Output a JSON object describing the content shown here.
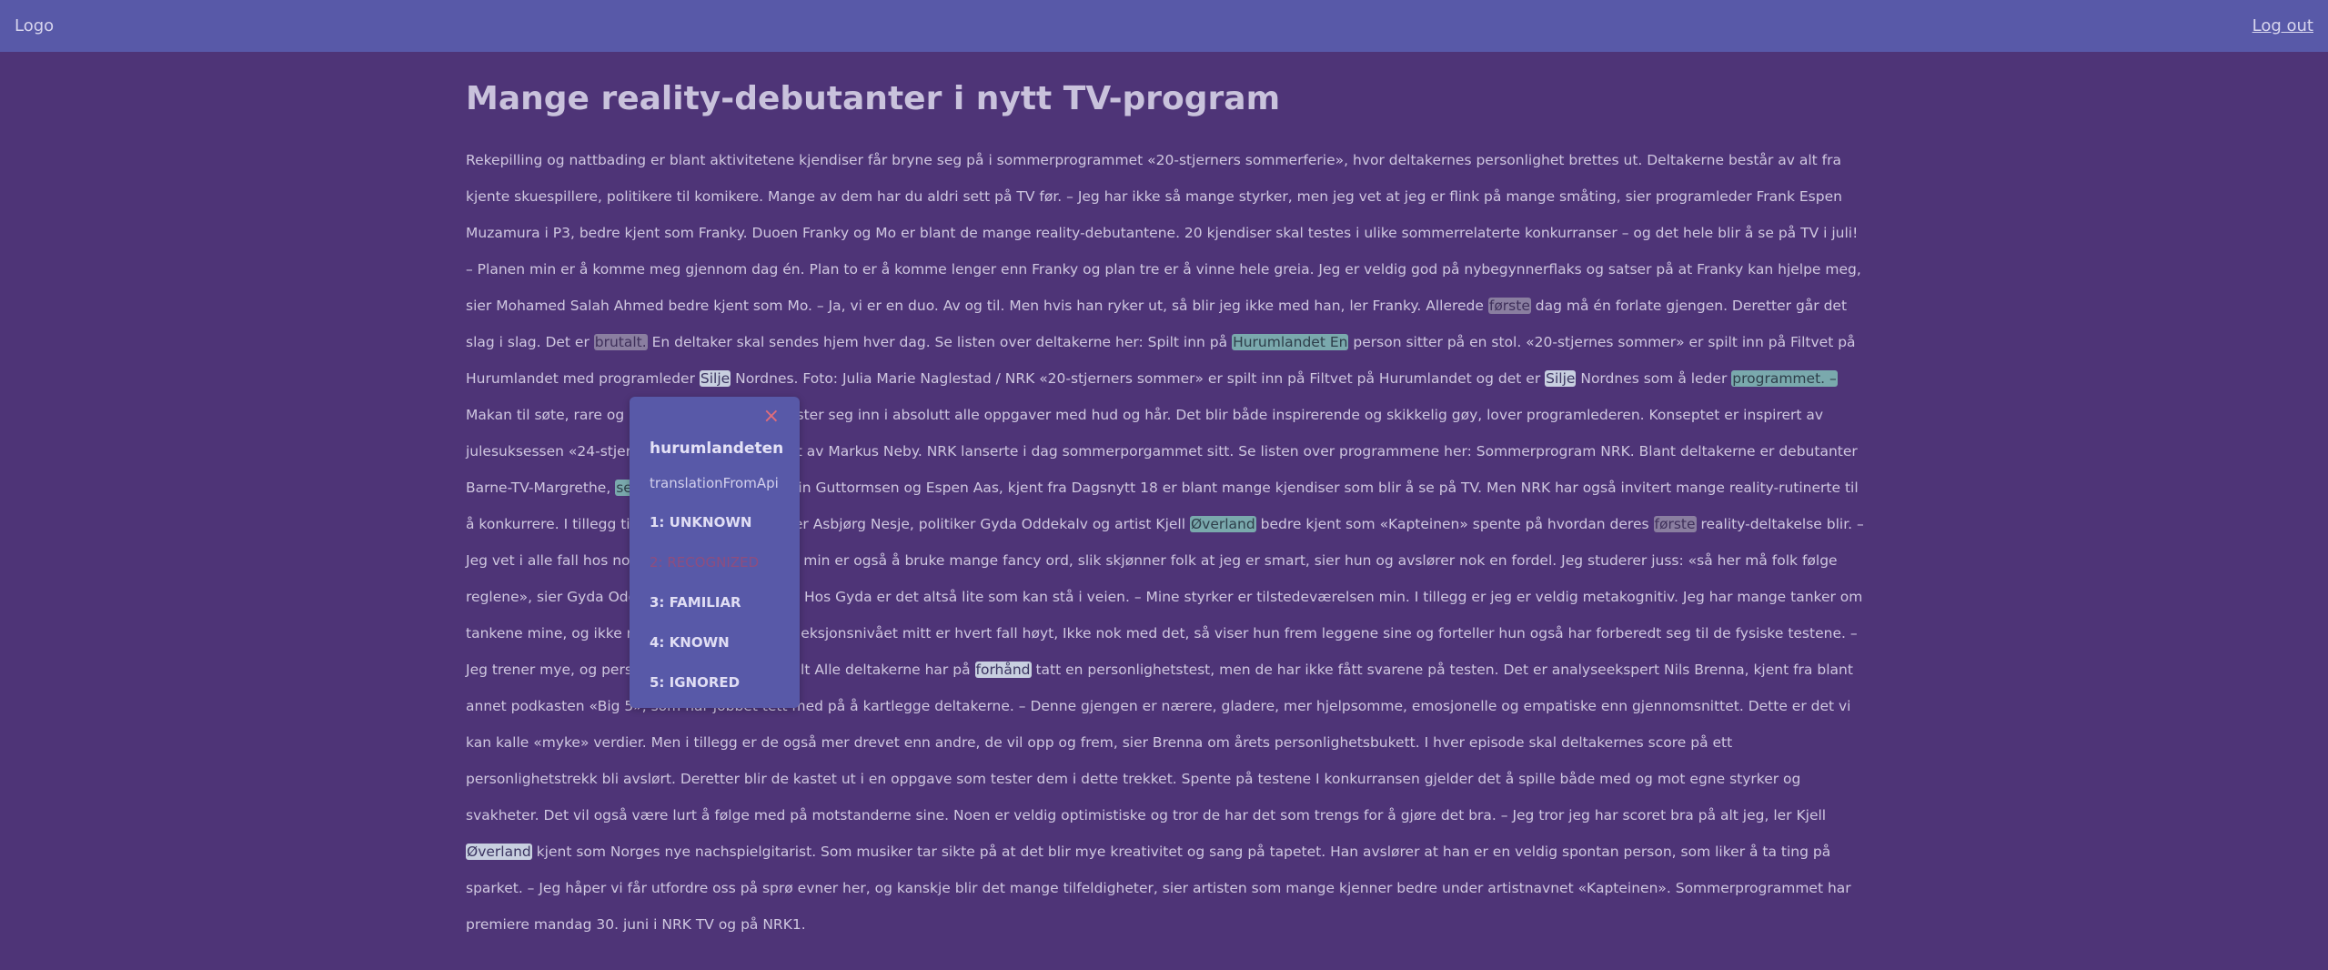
{
  "header": {
    "logo": "Logo",
    "logout": "Log out"
  },
  "article": {
    "title": "Mange reality-debutanter i nytt TV-program",
    "segments": [
      {
        "t": "Rekepilling og nattbading er blant aktivitetene kjendiser får bryne seg på i sommerprogrammet «20-stjerners sommerferie», hvor deltakernes personlighet brettes ut. Deltakerne består av alt fra kjente skuespillere, politikere til komikere. Mange av dem har du aldri sett på TV før. – Jeg har ikke så mange styrker, men jeg vet at jeg er flink på mange småting, sier programleder Frank Espen Muzamura i P3, bedre kjent som Franky. Duoen Franky og Mo er blant de mange reality-debutantene. 20 kjendiser skal testes i ulike sommerrelaterte konkurranser – og det hele blir å se på TV i juli! – Planen min er å komme meg gjennom dag én. Plan to er å komme lenger enn Franky og plan tre er å vinne hele greia. Jeg er veldig god på nybegynnerflaks og satser på at Franky kan hjelpe meg, sier Mohamed Salah Ahmed bedre kjent som Mo. – Ja, vi er en duo. Av og til. Men hvis han ryker ut, så blir jeg ikke med han, ler Franky. Allerede "
      },
      {
        "t": "første",
        "lvl": 2
      },
      {
        "t": " dag må én forlate gjengen. Deretter går det slag i slag. Det er "
      },
      {
        "t": "brutalt.",
        "lvl": 2
      },
      {
        "t": " En deltaker skal sendes hjem hver dag. Se listen over deltakerne her: Spilt inn på "
      },
      {
        "t": "Hurumlandet En",
        "lvl": 3
      },
      {
        "t": " person sitter på en stol. «20-stjernes sommer» er spilt inn på Filtvet på Hurumlandet med programleder "
      },
      {
        "t": "Silje",
        "lvl": 4
      },
      {
        "t": " Nordnes. Foto: Julia Marie Naglestad / NRK «20-stjerners sommer» er spilt inn på Filtvet på Hurumlandet og det er "
      },
      {
        "t": "Silje",
        "lvl": 4
      },
      {
        "t": " Nordnes som å leder "
      },
      {
        "t": "programmet. –",
        "lvl": 3
      },
      {
        "t": " Makan til søte, rare og morsomme folk! Alle kaster seg inn i absolutt alle oppgaver med hud og hår. Det blir både inspirerende og skikkelig gøy, lover programlederen. Konseptet er inspirert av julesuksessen «24-stjerners julekalender» ledet av Markus Neby. NRK lanserte i dag sommerporgammet sitt. Se listen over programmene her: Sommerprogram NRK. Blant deltakerne er debutanter Barne-TV-Margrethe, "
      },
      {
        "t": "sexolog",
        "lvl": 3
      },
      {
        "t": " og "
      },
      {
        "t": "podkaster",
        "lvl": 3
      },
      {
        "t": " Iselin Guttormsen og Espen Aas, kjent fra Dagsnytt 18 er blant mange kjendiser som blir å se på TV. Men NRK har også invitert mange reality-rutinerte til å konkurrere. I tillegg til Franky og Mo, er dødser Asbjørg Nesje, politiker Gyda Oddekalv og artist Kjell "
      },
      {
        "t": "Øverland",
        "lvl": 3
      },
      {
        "t": " bedre kjent som «Kapteinen» spente på hvordan deres "
      },
      {
        "t": "første",
        "lvl": 2
      },
      {
        "t": " reality-deltakelse blir. – Jeg vet i alle fall hos noen av dem. – Strategien min er også å bruke mange fancy ord, slik skjønner folk at jeg er smart, sier hun og avslører nok en fordel. Jeg studerer juss: «så her må folk følge reglene», sier Gyda Oddekalv med glimt i øyet. Hos Gyda er det altså lite som kan stå i veien. – Mine styrker er tilstedeværelsen min. I tillegg er jeg er veldig metakognitiv. Jeg har mange tanker om tankene mine, og ikke mange som har det. Refleksjonsnivået mitt er hvert fall høyt, Ikke nok med det, så viser hun frem leggene sine og forteller hun også har forberedt seg til de fysiske testene. – Jeg trener mye, og personlighetstest blir sentralt Alle deltakerne har på "
      },
      {
        "t": "forhånd",
        "lvl": 4
      },
      {
        "t": " tatt en personlighetstest, men de har ikke fått svarene på testen. Det er analyseekspert Nils Brenna, kjent fra blant annet podkasten «Big 5», som har jobbet tett med på å kartlegge deltakerne. – Denne gjengen er nærere, gladere, mer hjelpsomme, emosjonelle og empatiske enn gjennomsnittet. Dette er det vi kan kalle «myke» verdier. Men i tillegg er de også mer drevet enn andre, de vil opp og frem, sier Brenna om årets personlighetsbukett. I hver episode skal deltakernes score på ett personlighetstrekk bli avslørt. Deretter blir de kastet ut i en oppgave som tester dem i dette trekket. Spente på testene I konkurransen gjelder det å spille både med og mot egne styrker og svakheter. Det vil også være lurt å følge med på motstanderne sine. Noen er veldig optimistiske og tror de har det som trengs for å gjøre det bra. – Jeg tror jeg har scoret bra på alt jeg, ler Kjell "
      },
      {
        "t": "Øverland",
        "lvl": 4
      },
      {
        "t": " kjent som Norges nye nachspielgitarist. Som musiker tar sikte på at det blir mye kreativitet og sang på tapetet. Han avslører at han er en veldig spontan person, som liker å ta ting på sparket. – Jeg håper vi får utfordre oss på sprø evner her, og kanskje blir det mange tilfeldigheter, sier artisten som mange kjenner bedre under artistnavnet «Kapteinen». Sommerprogrammet har premiere mandag 30. juni i NRK TV og på NRK1."
      }
    ]
  },
  "popup": {
    "word": "hurumlandeten",
    "translation": "translationFromApi",
    "close_icon": "×",
    "options": [
      {
        "label": "1: UNKNOWN",
        "active": false
      },
      {
        "label": "2: RECOGNIZED",
        "active": true
      },
      {
        "label": "3: FAMILIAR",
        "active": false
      },
      {
        "label": "4: KNOWN",
        "active": false
      },
      {
        "label": "5: IGNORED",
        "active": false
      }
    ]
  }
}
